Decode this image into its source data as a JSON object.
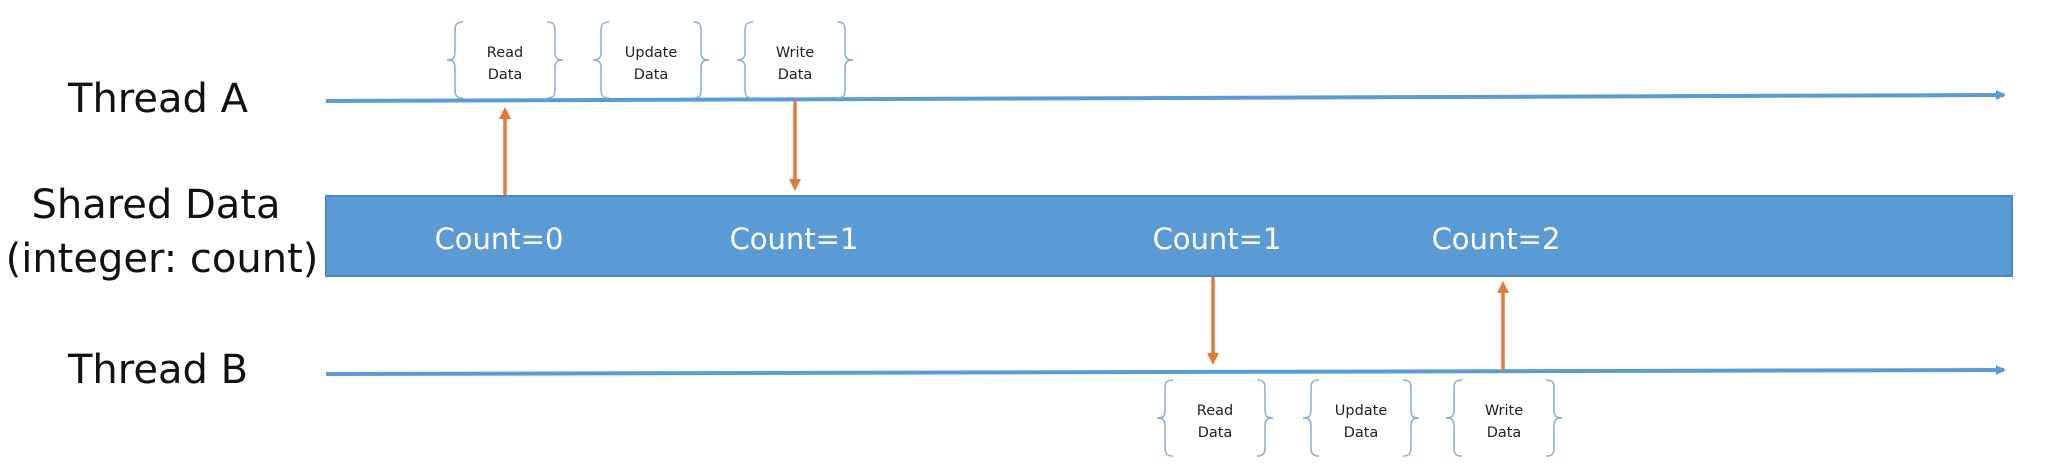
{
  "labels": {
    "thread_a": "Thread A",
    "shared_line1": "Shared Data",
    "shared_line2": "(integer: count)",
    "thread_b": "Thread B"
  },
  "counts": [
    "Count=0",
    "Count=1",
    "Count=1",
    "Count=2"
  ],
  "thread_a_ops": [
    {
      "line1": "Read",
      "line2": "Data"
    },
    {
      "line1": "Update",
      "line2": "Data"
    },
    {
      "line1": "Write",
      "line2": "Data"
    }
  ],
  "thread_b_ops": [
    {
      "line1": "Read",
      "line2": "Data"
    },
    {
      "line1": "Update",
      "line2": "Data"
    },
    {
      "line1": "Write",
      "line2": "Data"
    }
  ],
  "colors": {
    "timeline": "#5b9bd5",
    "shared_bar": "#5b9bd5",
    "shared_bar_border": "#4a86bf",
    "arrow": "#e07b39",
    "brace": "#8ab4d8"
  }
}
